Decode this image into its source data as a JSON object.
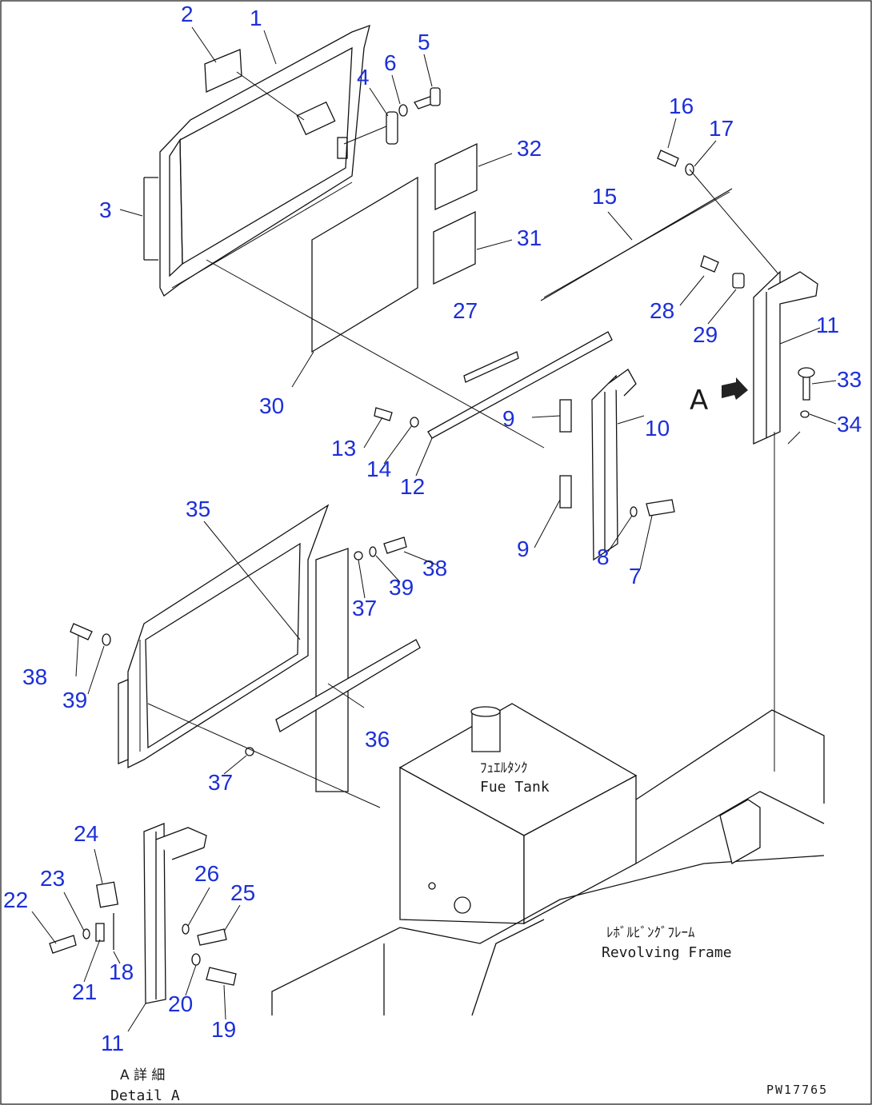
{
  "callouts": [
    "1",
    "2",
    "3",
    "4",
    "5",
    "6",
    "7",
    "8",
    "9",
    "10",
    "11",
    "12",
    "13",
    "14",
    "15",
    "16",
    "17",
    "18",
    "19",
    "20",
    "21",
    "22",
    "23",
    "24",
    "25",
    "26",
    "27",
    "28",
    "29",
    "30",
    "31",
    "32",
    "33",
    "34",
    "35",
    "36",
    "37",
    "38",
    "39"
  ],
  "labels": {
    "fuel_tank_jp": "ﾌｭｴﾙﾀﾝｸ",
    "fuel_tank_en": "Fue  Tank",
    "frame_jp": "ﾚﾎﾞﾙﾋﾞﾝｸﾞﾌﾚｰﾑ",
    "frame_en": "Revolving Frame",
    "view_marker": "A",
    "detail_jp": "A 詳 細",
    "detail_en": "Detail A",
    "drawing_code": "PW17765"
  },
  "colors": {
    "callout": "#1c2fd8",
    "line": "#111111",
    "background": "#ffffff"
  }
}
